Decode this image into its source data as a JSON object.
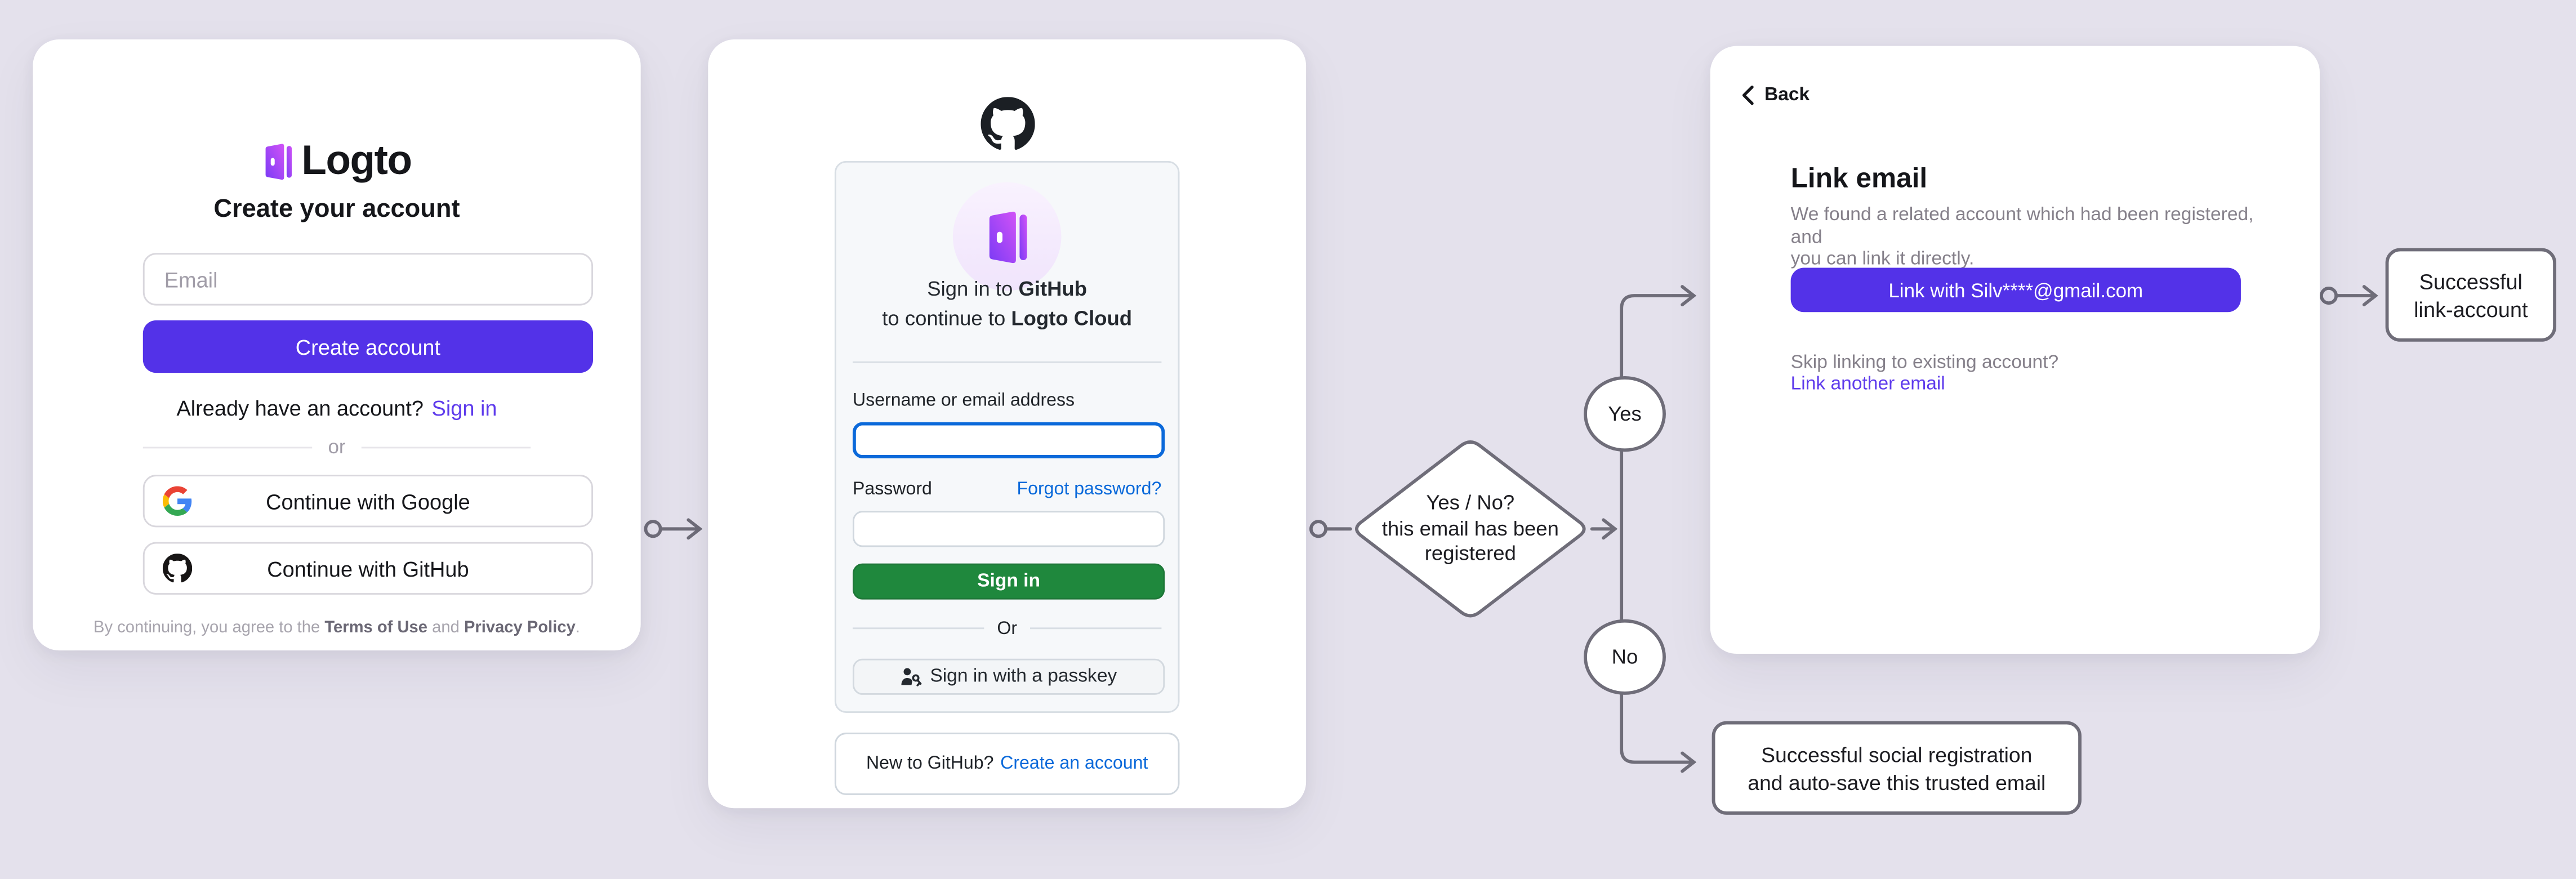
{
  "colors": {
    "background": "#E4E1EC",
    "brand_purple": "#5332E8",
    "purple_link": "#5E3BEC",
    "github_green": "#1f883d",
    "github_blue": "#0969DA",
    "flow_line_gray": "#6F6D79"
  },
  "logto_card": {
    "brand": "Logto",
    "title": "Create your account",
    "email_placeholder": "Email",
    "create_button": "Create account",
    "signin_prompt": "Already have an account?",
    "signin_link": "Sign in",
    "divider": "or",
    "google_button": "Continue with Google",
    "github_button": "Continue with GitHub",
    "terms_prefix": "By continuing, you agree to the ",
    "terms_of_use": "Terms of Use",
    "terms_and": " and ",
    "privacy_policy": "Privacy Policy",
    "terms_suffix": "."
  },
  "github_card": {
    "heading1_prefix": "Sign in to ",
    "heading1_bold": "GitHub",
    "heading2_prefix": "to continue to ",
    "heading2_bold": "Logto Cloud",
    "username_label": "Username or email address",
    "password_label": "Password",
    "forgot_link": "Forgot password?",
    "signin_button": "Sign in",
    "divider": "Or",
    "passkey_button": "Sign in with a passkey",
    "new_prompt": "New to GitHub?",
    "create_link": "Create an account"
  },
  "link_card": {
    "back": "Back",
    "title": "Link email",
    "desc_line1": "We found a related account which had been registered, and",
    "desc_line2": "you can link it directly.",
    "link_button": "Link with Silv****@gmail.com",
    "skip_prompt": "Skip linking to existing account?",
    "another_link": "Link another email"
  },
  "flow": {
    "decision": {
      "line1": "Yes / No?",
      "line2": "this email has been",
      "line3": "registered"
    },
    "yes": "Yes",
    "no": "No",
    "outcome_link": {
      "line1": "Successful",
      "line2": "link-account"
    },
    "outcome_social": {
      "line1": "Successful social registration",
      "line2": "and auto-save this trusted email"
    }
  }
}
